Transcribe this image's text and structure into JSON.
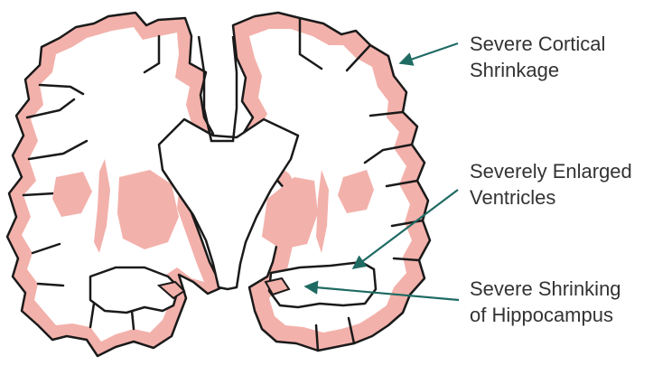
{
  "labels": {
    "cortex": {
      "line1": "Severe Cortical",
      "line2": "Shrinkage"
    },
    "ventricles": {
      "line1": "Severely Enlarged",
      "line2": "Ventricles"
    },
    "hippocampus": {
      "line1": "Severe Shrinking",
      "line2": "of Hippocampus"
    }
  },
  "colors": {
    "tissue_pink": "#f3b1ab",
    "outline": "#1a1a1a",
    "arrow": "#1f6b63",
    "text": "#333333",
    "background": "#ffffff"
  }
}
